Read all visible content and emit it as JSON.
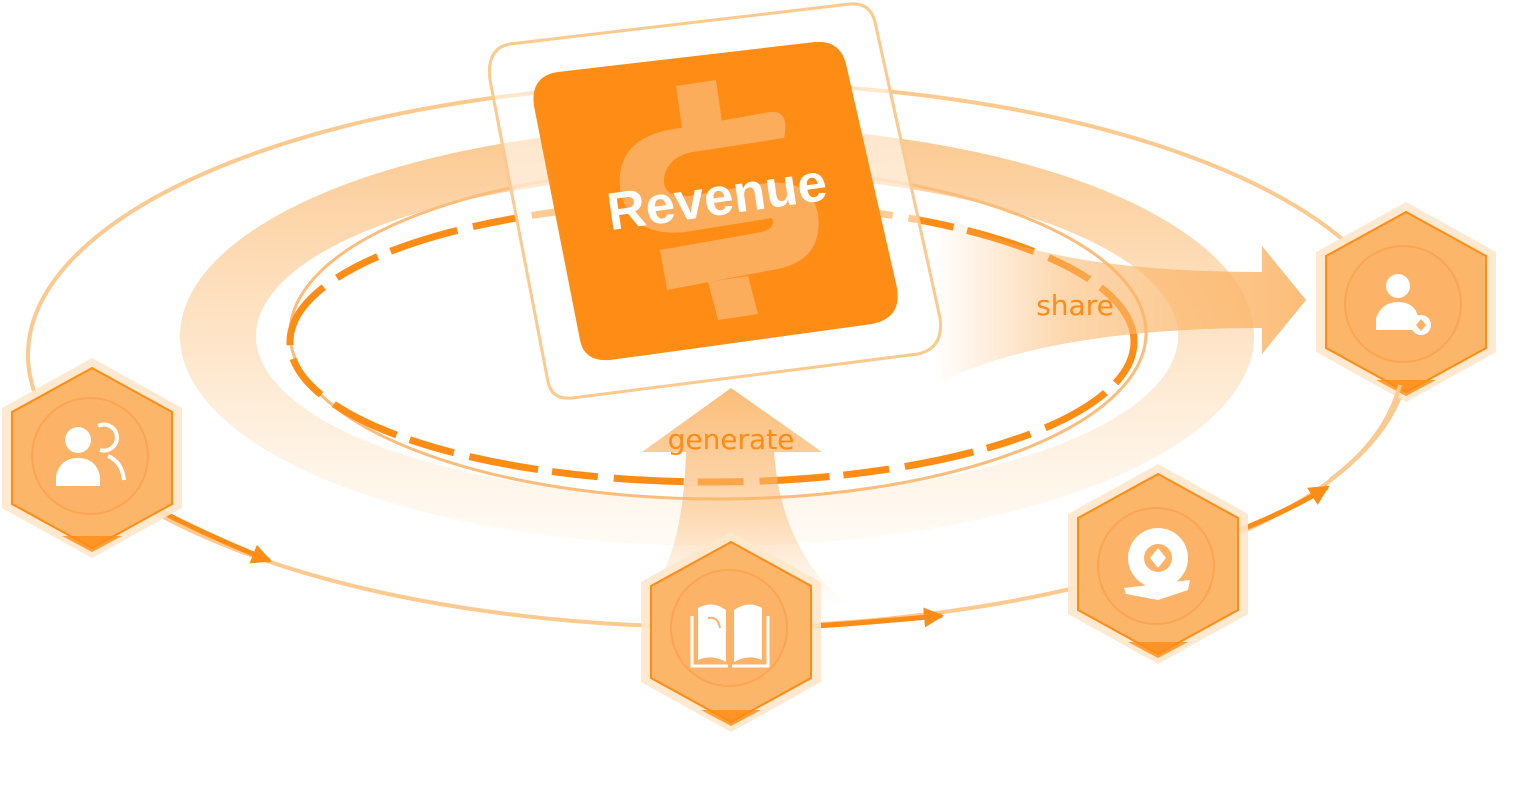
{
  "center": {
    "label": "Revenue",
    "icon": "dollar-icon"
  },
  "flows": {
    "generate": "generate",
    "share": "share"
  },
  "nodes": [
    {
      "id": "users",
      "icon": "users-icon"
    },
    {
      "id": "book",
      "icon": "book-icon"
    },
    {
      "id": "chat",
      "icon": "chat-icon"
    },
    {
      "id": "user-settings",
      "icon": "user-settings-icon"
    }
  ],
  "colors": {
    "primary": "#FF8C14",
    "secondary": "#FBB66A",
    "light": "#FFE2BD",
    "pale": "#FFF1E0",
    "white": "#FFFFFF"
  }
}
